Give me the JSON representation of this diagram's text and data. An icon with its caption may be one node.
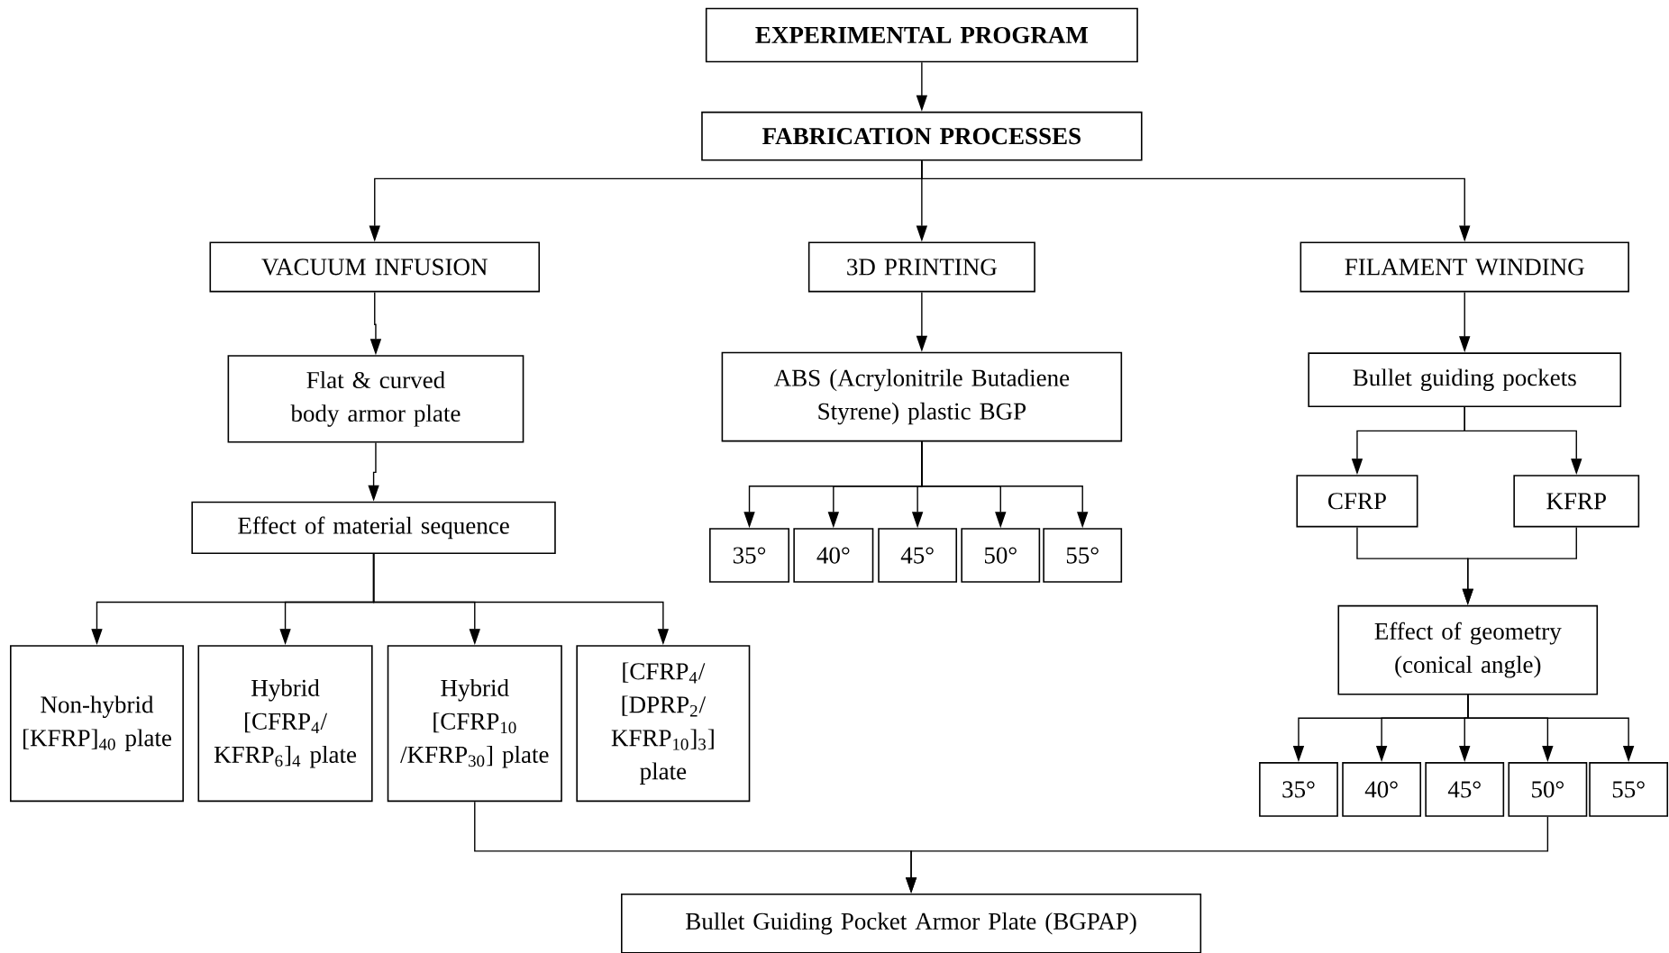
{
  "diagram": {
    "nodes": [
      {
        "text": [
          "EXPERIMENTAL PROGRAM"
        ]
      },
      {
        "text": [
          "FABRICATION PROCESSES"
        ]
      },
      {
        "text": [
          "VACUUM INFUSION"
        ]
      },
      {
        "text": [
          "3D PRINTING"
        ]
      },
      {
        "text": [
          "FILAMENT WINDING"
        ]
      },
      {
        "text": [
          "Flat & curved body armor plate"
        ]
      },
      {
        "text": [
          "ABS (Acrylonitrile Butadiene Styrene) plastic BGP"
        ]
      },
      {
        "text": [
          "Bullet guiding pockets"
        ]
      },
      {
        "text": [
          "Effect of material sequence"
        ]
      },
      {
        "text": [
          "35°"
        ]
      },
      {
        "text": [
          "40°"
        ]
      },
      {
        "text": [
          "45°"
        ]
      },
      {
        "text": [
          "50°"
        ]
      },
      {
        "text": [
          "55°"
        ]
      },
      {
        "text": [
          "CFRP"
        ]
      },
      {
        "text": [
          "KFRP"
        ]
      },
      {
        "text": [
          "Effect of geometry (conical angle)"
        ]
      },
      {
        "text": [
          "35°"
        ]
      },
      {
        "text": [
          "40°"
        ]
      },
      {
        "text": [
          "45°"
        ]
      },
      {
        "text": [
          "50°"
        ]
      },
      {
        "text": [
          "55°"
        ]
      },
      {
        "text": [
          "Non-hybrid [KFRP]$_{40}$ plate"
        ]
      },
      {
        "text": [
          "Hybrid [CFRP$_{4}$/ KFRP$_{6}$]$_{4}$ plate"
        ]
      },
      {
        "text": [
          "Hybrid [CFRP$_{10}$ /KFRP$_{30}$] plate"
        ]
      },
      {
        "text": [
          "[CFRP$_{4}$/ [DPRP$_{2}$/ KFRP$_{10}$]$_{3}$] plate"
        ]
      },
      {
        "text": [
          "Bullet Guiding Pocket Armor Plate (BGPAP)"
        ]
      }
    ],
    "edges": [
      {
        "from": 0,
        "to": 1,
        "arrow": "to"
      },
      {
        "from": 1,
        "to": 2,
        "arrow": "to"
      },
      {
        "from": 1,
        "to": 3,
        "arrow": "to"
      },
      {
        "from": 1,
        "to": 4,
        "arrow": "to"
      },
      {
        "from": 2,
        "to": 5,
        "arrow": "to"
      },
      {
        "from": 5,
        "to": 8,
        "arrow": "to"
      },
      {
        "from": 8,
        "to": 22,
        "arrow": "to"
      },
      {
        "from": 8,
        "to": 23,
        "arrow": "to"
      },
      {
        "from": 8,
        "to": 24,
        "arrow": "to"
      },
      {
        "from": 8,
        "to": 25,
        "arrow": "to"
      },
      {
        "from": 3,
        "to": 6,
        "arrow": "to"
      },
      {
        "from": 6,
        "to": 9,
        "arrow": "to"
      },
      {
        "from": 6,
        "to": 10,
        "arrow": "to"
      },
      {
        "from": 6,
        "to": 11,
        "arrow": "to"
      },
      {
        "from": 6,
        "to": 12,
        "arrow": "to"
      },
      {
        "from": 6,
        "to": 13,
        "arrow": "to"
      },
      {
        "from": 4,
        "to": 7,
        "arrow": "to"
      },
      {
        "from": 7,
        "to": 14,
        "arrow": "to"
      },
      {
        "from": 7,
        "to": 15,
        "arrow": "to"
      },
      {
        "from": 14,
        "to": 16,
        "arrow": "to"
      },
      {
        "from": 15,
        "to": 16,
        "arrow": "to"
      },
      {
        "from": 16,
        "to": 17,
        "arrow": "to"
      },
      {
        "from": 16,
        "to": 18,
        "arrow": "to"
      },
      {
        "from": 16,
        "to": 19,
        "arrow": "to"
      },
      {
        "from": 16,
        "to": 20,
        "arrow": "to"
      },
      {
        "from": 16,
        "to": 21,
        "arrow": "to"
      },
      {
        "from": 24,
        "to": 26,
        "arrow": "to"
      },
      {
        "from": 20,
        "to": 26,
        "arrow": "to"
      }
    ]
  }
}
